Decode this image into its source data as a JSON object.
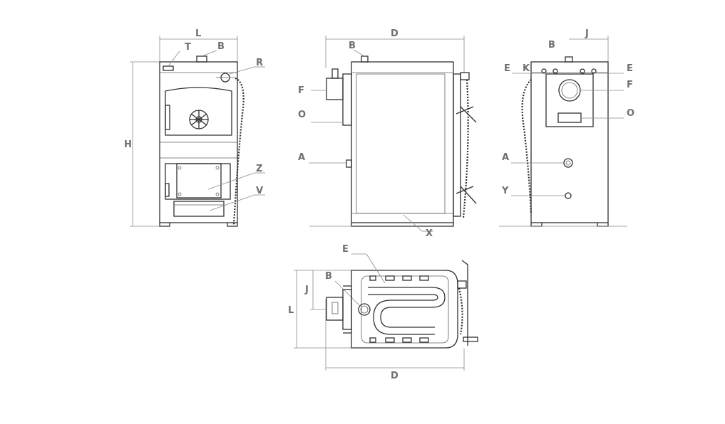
{
  "views": {
    "front": {
      "labels": {
        "L": "L",
        "T": "T",
        "B": "B",
        "R": "R",
        "H": "H",
        "Z": "Z",
        "V": "V"
      }
    },
    "side": {
      "labels": {
        "D": "D",
        "B": "B",
        "F": "F",
        "O": "O",
        "A": "A",
        "X": "X"
      }
    },
    "rear": {
      "labels": {
        "J": "J",
        "B": "B",
        "E_left": "E",
        "K": "K",
        "E_right": "E",
        "F": "F",
        "O": "O",
        "A": "A",
        "Y": "Y"
      }
    },
    "top": {
      "labels": {
        "E": "E",
        "B": "B",
        "J": "J",
        "L": "L",
        "D": "D"
      }
    }
  },
  "colors": {
    "outline": "#303030",
    "label": "#707070",
    "dimension": "#8a8a8a",
    "background": "#ffffff"
  }
}
